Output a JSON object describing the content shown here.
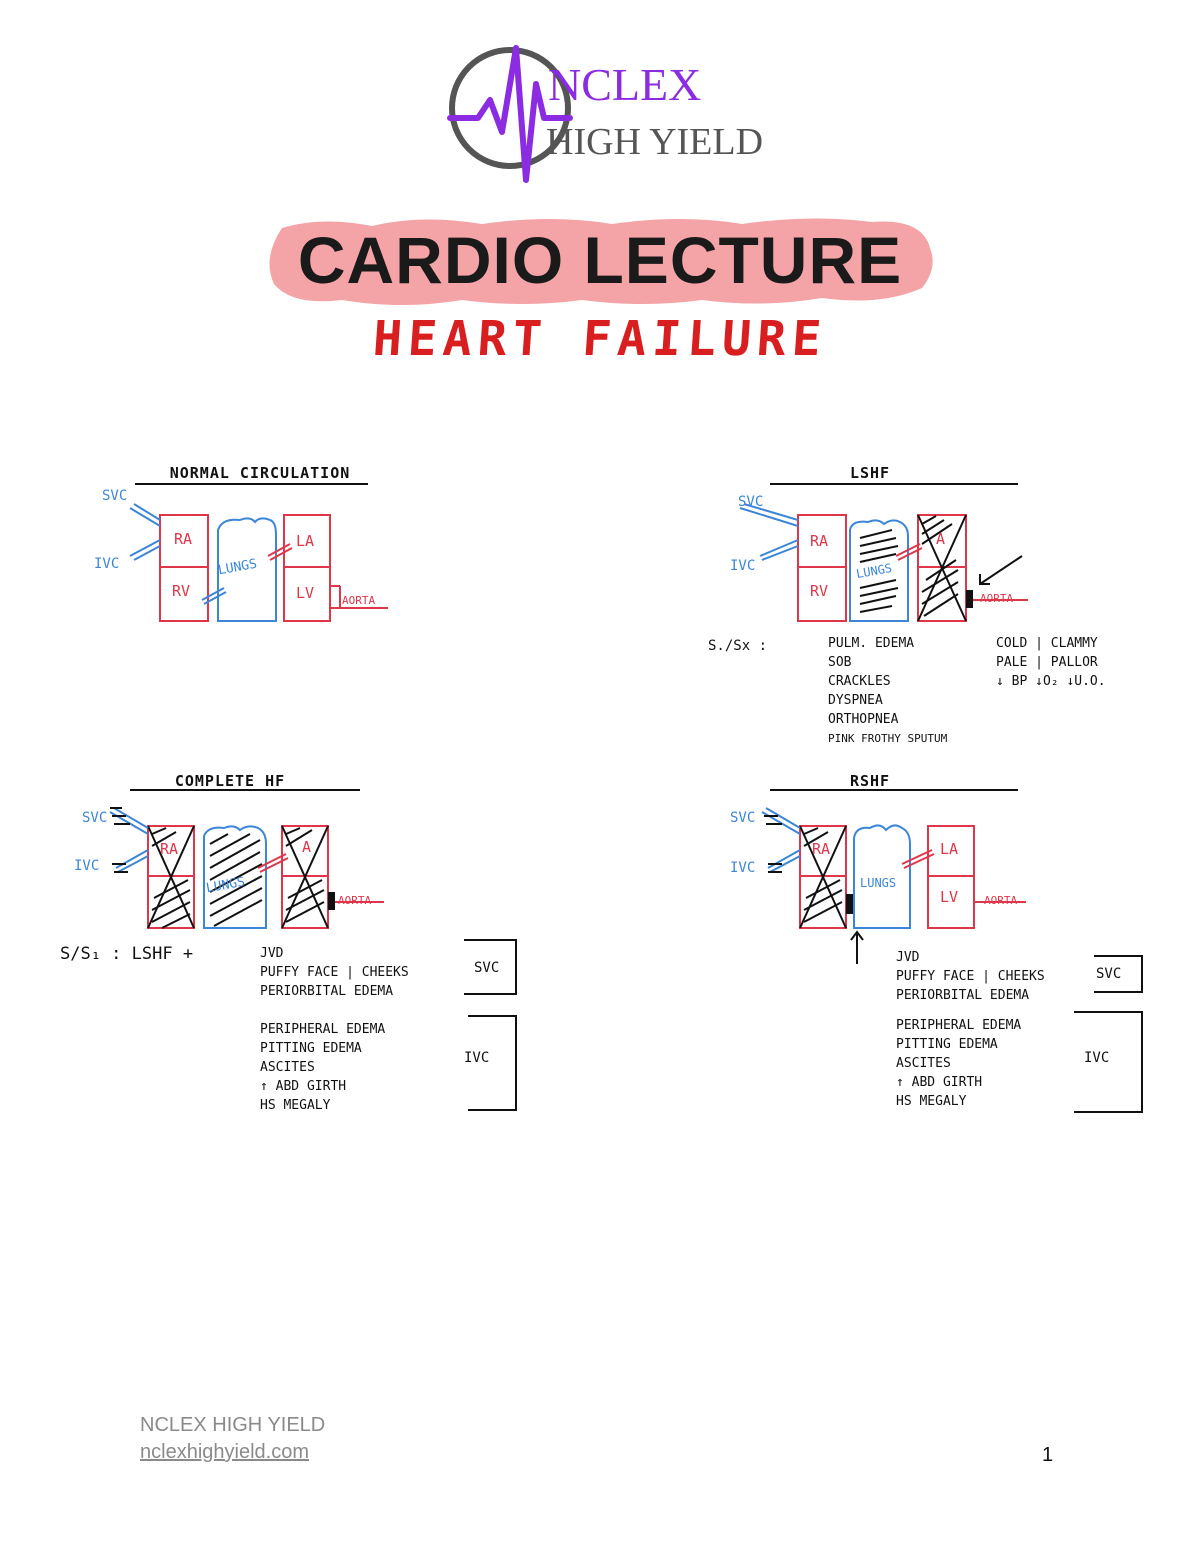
{
  "logo": {
    "line1": "NCLEX",
    "line2": "HIGH YIELD"
  },
  "title": "CARDIO LECTURE",
  "subtitle": "HEART FAILURE",
  "colors": {
    "chamber": "#e0364a",
    "lungs": "#3b86d8",
    "title_highlight": "#f4a3a6",
    "subtitle": "#d81e1e",
    "logo_purple": "#8b2be2",
    "logo_gray": "#555555"
  },
  "chamber_labels": {
    "ra": "RA",
    "rv": "RV",
    "la": "LA",
    "lv": "LV",
    "a": "A"
  },
  "vessel_labels": {
    "svc": "SVC",
    "ivc": "IVC",
    "aorta": "AORTA",
    "lungs": "LUNGS"
  },
  "panels": {
    "normal": {
      "title": "NORMAL CIRCULATION"
    },
    "lshf": {
      "title": "LSHF",
      "ss_label": "S./Sx :",
      "symptoms_left": [
        "PULM. EDEMA",
        "SOB",
        "CRACKLES",
        "DYSPNEA",
        "ORTHOPNEA",
        "PINK FROTHY SPUTUM"
      ],
      "symptoms_right": [
        "COLD | CLAMMY",
        "PALE | PALLOR",
        "↓ BP ↓O₂ ↓U.O."
      ]
    },
    "complete": {
      "title": "COMPLETE HF",
      "ss_label": "S/S₁ : LSHF +",
      "svc_group": [
        "JVD",
        "PUFFY FACE | CHEEKS",
        "PERIORBITAL EDEMA"
      ],
      "ivc_group": [
        "PERIPHERAL EDEMA",
        "PITTING EDEMA",
        "ASCITES",
        "↑ ABD GIRTH",
        "HS MEGALY"
      ],
      "svc_tag": "SVC",
      "ivc_tag": "IVC"
    },
    "rshf": {
      "title": "RSHF",
      "svc_group": [
        "JVD",
        "PUFFY FACE | CHEEKS",
        "PERIORBITAL EDEMA"
      ],
      "ivc_group": [
        "PERIPHERAL EDEMA",
        "PITTING EDEMA",
        "ASCITES",
        "↑ ABD GIRTH",
        "HS MEGALY"
      ],
      "svc_tag": "SVC",
      "ivc_tag": "IVC"
    }
  },
  "footer": {
    "brand": "NCLEX HIGH YIELD",
    "url": "nclexhighyield.com",
    "page": "1"
  }
}
